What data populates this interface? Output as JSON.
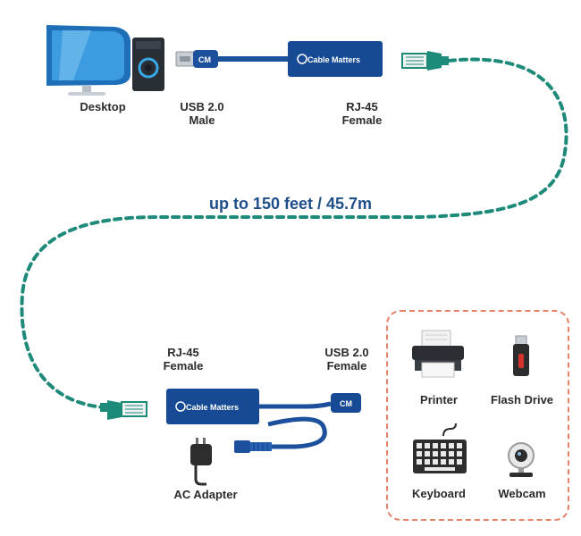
{
  "labels": {
    "desktop": "Desktop",
    "usb_male": [
      "USB 2.0",
      "Male"
    ],
    "rj45_top": [
      "RJ-45",
      "Female"
    ],
    "distance": "up to 150 feet / 45.7m",
    "rj45_bottom": [
      "RJ-45",
      "Female"
    ],
    "usb_female": [
      "USB 2.0",
      "Female"
    ],
    "ac_adapter": "AC Adapter"
  },
  "brand": "Cable Matters",
  "devices": [
    "Printer",
    "Flash Drive",
    "Keyboard",
    "Webcam"
  ],
  "colors": {
    "cable_blue": "#1c4f9c",
    "box_blue": "#174a94",
    "ethernet_teal": "#1e8a7a",
    "dashed_border": "#e4826a",
    "heading": "#1f4f8a"
  }
}
